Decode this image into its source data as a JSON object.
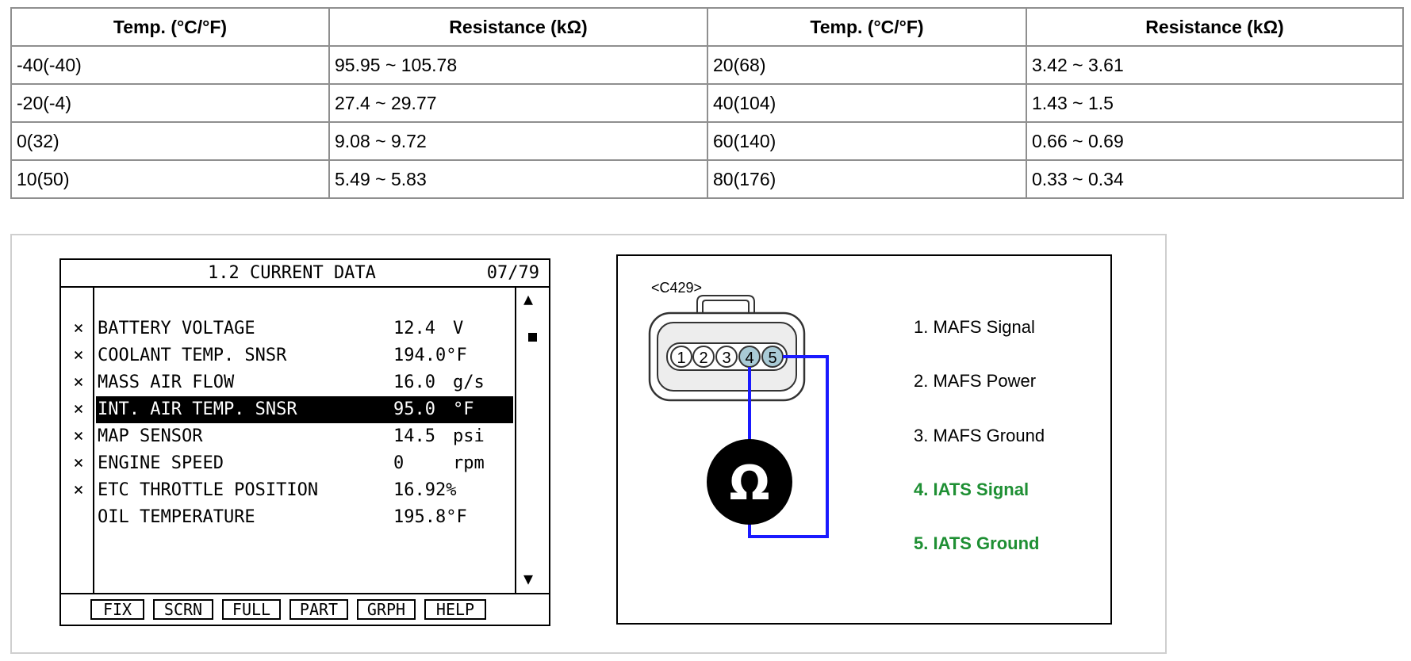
{
  "table": {
    "headers": [
      "Temp. (°C/°F)",
      "Resistance (kΩ)",
      "Temp. (°C/°F)",
      "Resistance (kΩ)"
    ],
    "rows": [
      [
        "-40(-40)",
        "95.95 ~ 105.78",
        "20(68)",
        "3.42 ~ 3.61"
      ],
      [
        "-20(-4)",
        "27.4 ~ 29.77",
        "40(104)",
        "1.43 ~ 1.5"
      ],
      [
        "0(32)",
        "9.08 ~ 9.72",
        "60(140)",
        "0.66 ~ 0.69"
      ],
      [
        "10(50)",
        "5.49 ~ 5.83",
        "80(176)",
        "0.33 ~ 0.34"
      ]
    ]
  },
  "scan_tool": {
    "title": "1.2 CURRENT DATA",
    "page": "07/79",
    "rows": [
      {
        "mark": "×",
        "name": "BATTERY VOLTAGE",
        "value": "12.4",
        "unit": "V"
      },
      {
        "mark": "×",
        "name": "COOLANT TEMP. SNSR",
        "value": "194.0°F",
        "unit": ""
      },
      {
        "mark": "×",
        "name": "MASS AIR FLOW",
        "value": "16.0",
        "unit": "g/s"
      },
      {
        "mark": "×",
        "name": "INT. AIR TEMP. SNSR",
        "value": "95.0",
        "unit": "°F"
      },
      {
        "mark": "×",
        "name": "MAP SENSOR",
        "value": "14.5",
        "unit": "psi"
      },
      {
        "mark": "×",
        "name": "ENGINE SPEED",
        "value": "0",
        "unit": "rpm"
      },
      {
        "mark": "×",
        "name": "ETC THROTTLE POSITION",
        "value": "16.92%",
        "unit": ""
      },
      {
        "mark": "",
        "name": "OIL TEMPERATURE",
        "value": "195.8°F",
        "unit": ""
      }
    ],
    "selected_row": 3,
    "scroll_up": "▲",
    "scroll_down": "▼",
    "buttons": [
      "FIX",
      "SCRN",
      "FULL",
      "PART",
      "GRPH",
      "HELP"
    ]
  },
  "connector": {
    "id": "<C429>",
    "pins": [
      "1",
      "2",
      "3",
      "4",
      "5"
    ],
    "meter_symbol": "Ω",
    "legend": [
      {
        "label": "1. MAFS Signal",
        "highlight": false
      },
      {
        "label": "2. MAFS Power",
        "highlight": false
      },
      {
        "label": "3. MAFS Ground",
        "highlight": false
      },
      {
        "label": "4. IATS Signal",
        "highlight": true
      },
      {
        "label": "5. IATS Ground",
        "highlight": true
      }
    ],
    "colors": {
      "wire": "#1a1aff",
      "highlight": "#1e8f33",
      "pin_active": "#a9cbd6"
    }
  }
}
